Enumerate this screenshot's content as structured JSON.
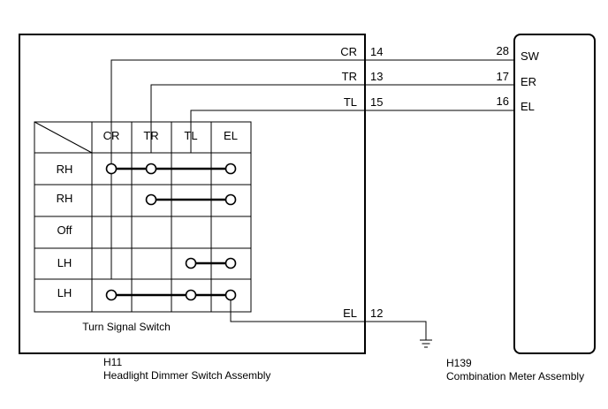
{
  "switch_assembly": {
    "connector": "H11",
    "name": "Headlight Dimmer Switch Assembly",
    "inner_label": "Turn Signal Switch"
  },
  "meter_assembly": {
    "connector": "H139",
    "name": "Combination Meter Assembly"
  },
  "columns": [
    "CR",
    "TR",
    "TL",
    "EL"
  ],
  "rows": [
    "RH",
    "RH",
    "Off",
    "LH",
    "LH"
  ],
  "wires": [
    {
      "left_label": "CR",
      "left_pin": "14",
      "right_pin": "28",
      "right_label": "SW"
    },
    {
      "left_label": "TR",
      "left_pin": "13",
      "right_pin": "17",
      "right_label": "ER"
    },
    {
      "left_label": "TL",
      "left_pin": "15",
      "right_pin": "16",
      "right_label": "EL"
    }
  ],
  "ground_wire": {
    "label": "EL",
    "pin": "12"
  },
  "colors": {
    "line": "#000000",
    "background": "#ffffff"
  }
}
